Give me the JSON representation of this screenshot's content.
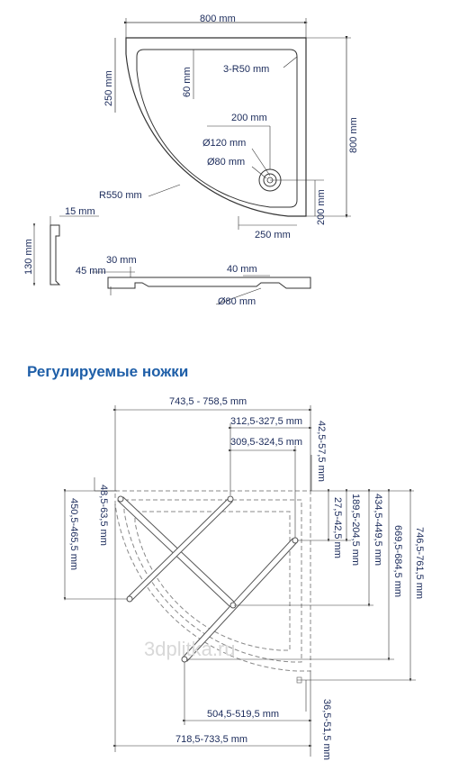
{
  "top": {
    "dim_width": "800 mm",
    "dim_height": "800 mm",
    "dim_250_left": "250 mm",
    "dim_60": "60 mm",
    "dim_r50": "3-R50 mm",
    "dim_200_top": "200 mm",
    "dim_d120": "Ø120 mm",
    "dim_d80": "Ø80 mm",
    "dim_r550": "R550 mm",
    "dim_200_right": "200 mm",
    "dim_250_bottom": "250 mm",
    "dim_15": "15 mm",
    "dim_130": "130 mm",
    "dim_30": "30 mm",
    "dim_45": "45 mm",
    "dim_40": "40 mm",
    "dim_d80_side": "Ø80 mm"
  },
  "section_title": "Регулируемые ножки",
  "legs": {
    "d1": "743,5 - 758,5 mm",
    "d2": "312,5-327,5 mm",
    "d3": "309,5-324,5 mm",
    "d4": "48,5-63,5 mm",
    "d5": "42,5-57,5 mm",
    "d6": "450,5-465,5 mm",
    "d7": "27,5-42,5 mm",
    "d8": "189,5-204,5 mm",
    "d9": "434,5-449,5 mm",
    "d10": "669,5-684,5 mm",
    "d11": "746,5-761,5 mm",
    "d12": "504,5-519,5 mm",
    "d13": "36,5-51,5 mm",
    "d14": "718,5-733,5 mm"
  },
  "watermark": "3dplitka.ru"
}
